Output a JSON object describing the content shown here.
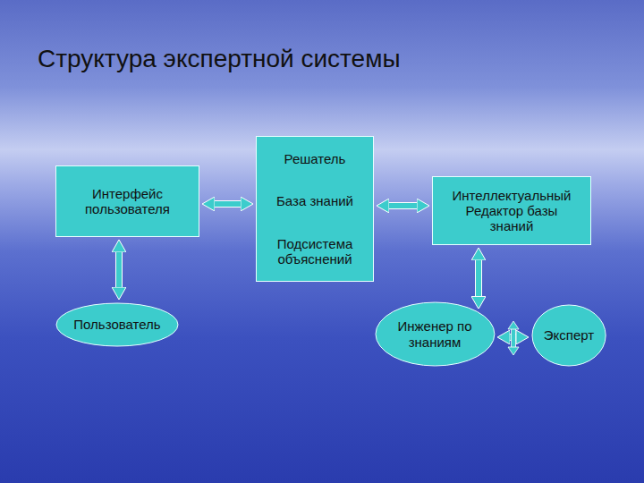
{
  "diagram": {
    "title": "Структура экспертной системы",
    "nodes": [
      {
        "text": [
          "Интерфейс пользователя"
        ]
      },
      {
        "text": [
          "Решатель",
          "База знаний",
          "Подсистема объяснений"
        ]
      },
      {
        "text": [
          "Интеллектуальный Редактор базы знаний"
        ]
      },
      {
        "text": [
          "Пользователь"
        ]
      },
      {
        "text": [
          "Инженер по знаниям"
        ]
      },
      {
        "text": [
          "Эксперт"
        ]
      }
    ],
    "edges": [
      {
        "from": 0,
        "to": 1,
        "arrow": "both"
      },
      {
        "from": 1,
        "to": 2,
        "arrow": "both"
      },
      {
        "from": 0,
        "to": 3,
        "arrow": "both"
      },
      {
        "from": 2,
        "to": 4,
        "arrow": "both"
      },
      {
        "from": 4,
        "to": 5,
        "arrow": "both"
      }
    ]
  }
}
